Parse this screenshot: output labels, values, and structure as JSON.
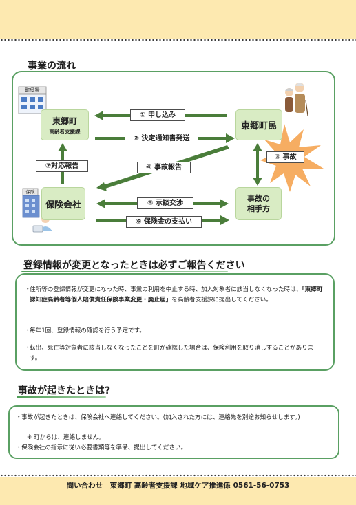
{
  "flow": {
    "title": "事業の流れ",
    "town_hall_sign": "町役場",
    "insurance_sign": "保険",
    "nodes": {
      "town_office": "東郷町",
      "town_office_dept": "高齢者支援課",
      "resident": "東郷町民",
      "insurance_company": "保険会社",
      "counterparty_line1": "事故の",
      "counterparty_line2": "相手方"
    },
    "steps": {
      "s1": "① 申し込み",
      "s2": "② 決定通知書発送",
      "s3": "③ 事故",
      "s4": "④ 事故報告",
      "s5": "⑤ 示談交渉",
      "s6": "⑥ 保険金の支払い",
      "s7": "⑦対応報告"
    }
  },
  "change_notice": {
    "title": "登録情報が変更となったときは必ずご報告ください",
    "bullet": "・",
    "item1_pre": "住所等の登録情報が変更になった時、事業の利用を中止する時、加入対象者に該当しなくなった時は、",
    "item1_bold": "「東郷町認知症高齢者等個人賠償責任保険事業変更・廃止届」",
    "item1_post": "を高齢者支援課に提出してください。",
    "item2": "毎年1回、登録情報の確認を行う予定です。",
    "item3": "転出、死亡等対象者に該当しなくなったことを町が確認した場合は、保険利用を取り消しすることがあります。"
  },
  "accident": {
    "title": "事故が起きたときは?",
    "item1": "事故が起きたときは、保険会社へ連絡してください。(加入された方には、連絡先を別途お知らせします。)",
    "note": "※ 町からは、連絡しません。",
    "item2": "保険会社の指示に従い必要書類等を準備、提出してください。"
  },
  "contact": "問い合わせ　東郷町 高齢者支援課 地域ケア推進係 0561-56-0753",
  "colors": {
    "accent_green": "#5aa063",
    "node_fill": "#d9ecc4",
    "band_yellow": "#fde9b0",
    "burst_orange": "#f6ad62",
    "arrow_green": "#4a7d3a"
  }
}
